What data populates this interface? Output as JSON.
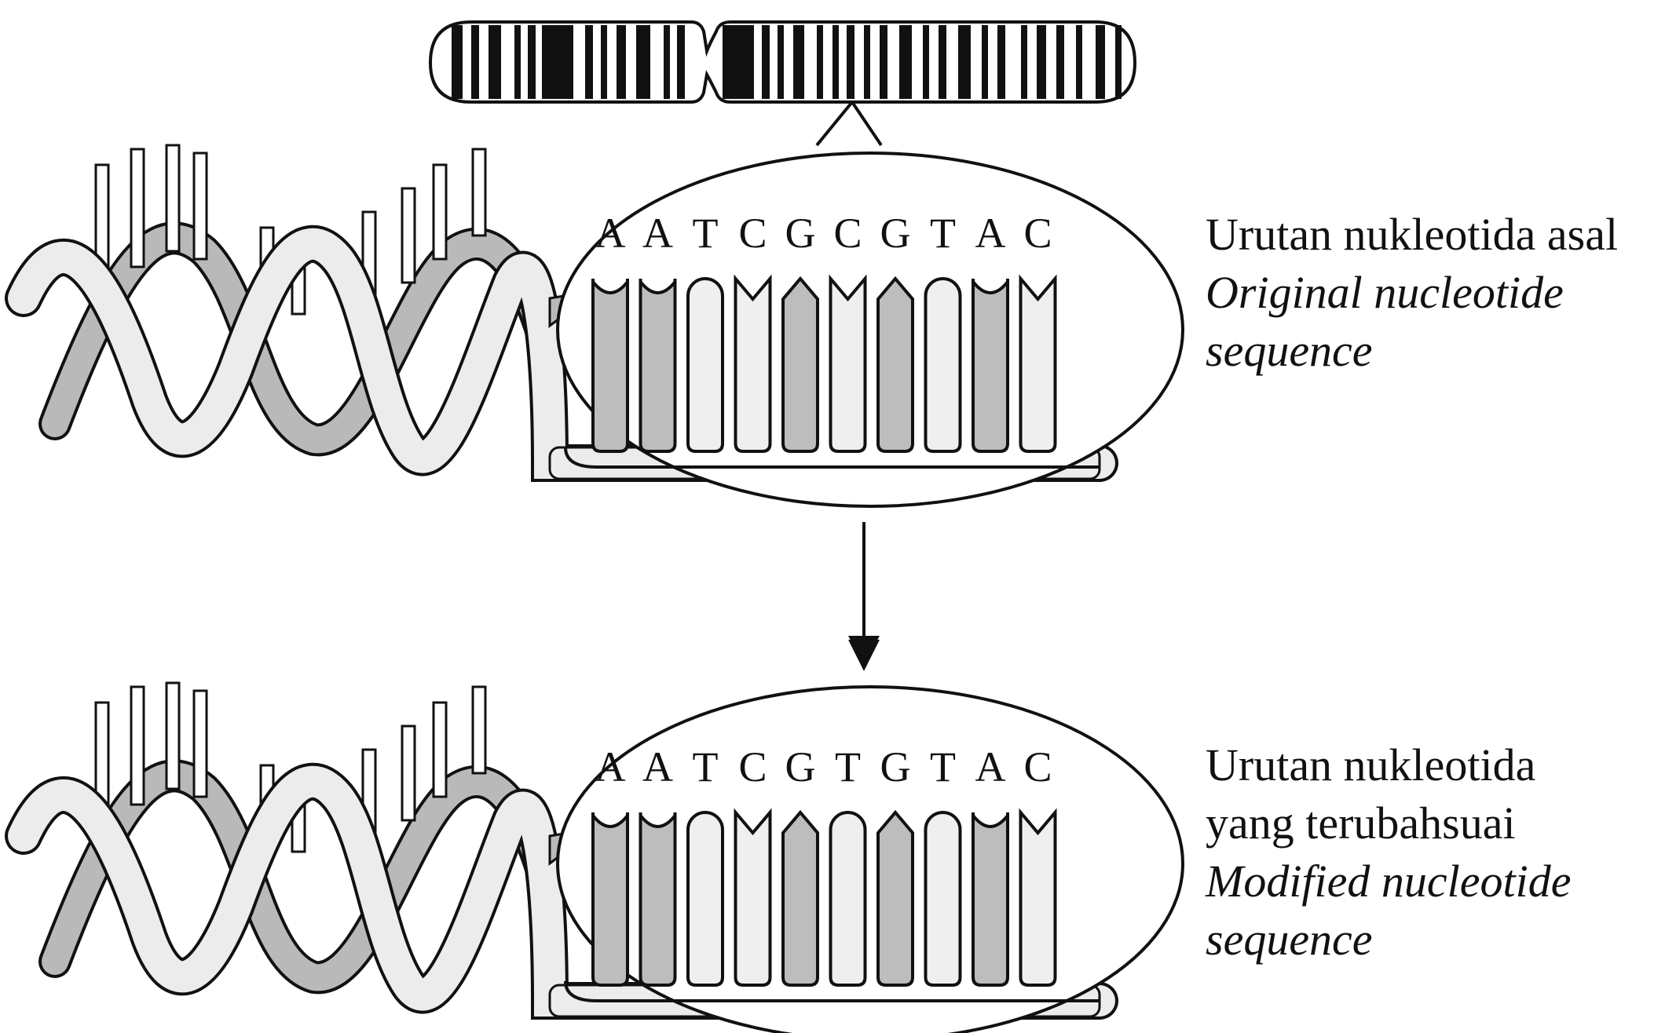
{
  "original": {
    "sequence": [
      "A",
      "A",
      "T",
      "C",
      "G",
      "C",
      "G",
      "T",
      "A",
      "C"
    ],
    "caption_malay": "Urutan nukleotida asal",
    "caption_english_line1": "Original nucleotide",
    "caption_english_line2": "sequence"
  },
  "modified": {
    "sequence": [
      "A",
      "A",
      "T",
      "C",
      "G",
      "T",
      "G",
      "T",
      "A",
      "C"
    ],
    "caption_malay_line1": "Urutan nukleotida",
    "caption_malay_line2": "yang terubahsuai",
    "caption_english_line1": "Modified nucleotide",
    "caption_english_line2": "sequence"
  },
  "colors": {
    "ribbon_fill": "#ececec",
    "ribbon_back": "#b9b9b9",
    "base_dark": "#bdbdbd",
    "base_light": "#efefef",
    "stroke": "#111111"
  }
}
